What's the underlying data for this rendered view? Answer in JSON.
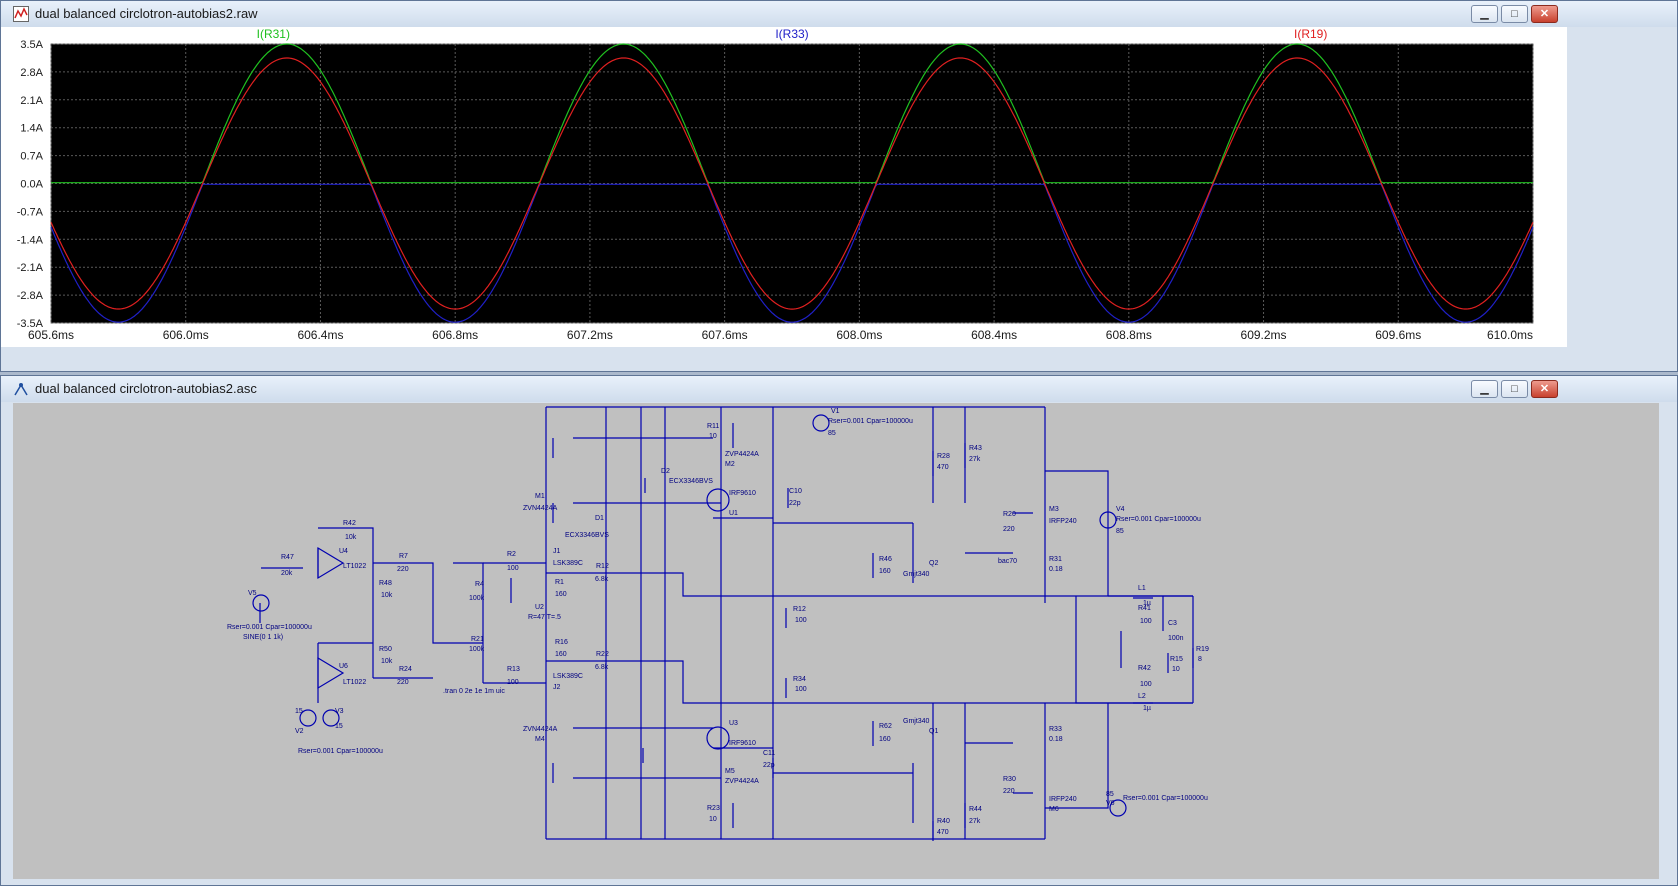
{
  "waveform_window": {
    "title": "dual balanced circlotron-autobias2.raw",
    "buttons": {
      "minimize": "▁",
      "maximize": "□",
      "close": "✕"
    }
  },
  "schematic_window": {
    "title": "dual balanced circlotron-autobias2.asc",
    "buttons": {
      "minimize": "▁",
      "maximize": "□",
      "close": "✕"
    },
    "component_labels": {
      "v1": "V1",
      "v1_params": "Rser=0.001 Cpar=100000u",
      "v1_value": "85",
      "v4": "V4",
      "v4_params": "Rser=0.001 Cpar=100000u",
      "v4_value": "85",
      "v6": "V6",
      "v6_params": "Rser=0.001 Cpar=100000u",
      "v6_value": "85",
      "v2": "V2",
      "v2_value": "15",
      "v2_params": "Rser=0.001 Cpar=100000u",
      "v3": "V3",
      "v3_value": "15",
      "v3_params": "Rser=0.001 Cpar=100000u",
      "vsrc_sine": "SINE(0 1 1k)",
      "vsrc_params": "Rser=0.001 Cpar=100000u",
      "vsrc": "V5",
      "u4": "U4",
      "u4_model": "LT1022",
      "u6": "U6",
      "u6_model": "LT1022",
      "r42": "R42",
      "r42v": "10k",
      "r47": "R47",
      "r47v": "20k",
      "r7": "R7",
      "r7v": "220",
      "r48": "R48",
      "r48v": "10k",
      "r50": "R50",
      "r50v": "10k",
      "r24": "R24",
      "r24v": "220",
      "r21": "R21",
      "r21v": "100k",
      "r4": "R4",
      "r4v": "100k",
      "r2": "R2",
      "r2v": "100",
      "r13": "R13",
      "r13v": "100",
      "tran": ".tran 0 2e 1e 1m uic",
      "j1": "J1",
      "j1m": "LSK389C",
      "j2": "J2",
      "j2m": "LSK389C",
      "r1": "R1",
      "r1v": "160",
      "r16": "R16",
      "r16v": "160",
      "u2": "U2",
      "u2p": "R=47  T=.5",
      "r12a": "R12",
      "r12av": "6.8k",
      "r22": "R22",
      "r22v": "6.8k",
      "m1": "M1",
      "m1m": "ZVN4424A",
      "m4": "M4",
      "m4m": "ZVN4424A",
      "m2": "M2",
      "m2m": "ZVP4424A",
      "m5": "M5",
      "m5m": "ZVP4424A",
      "u1": "U1",
      "u1m": "IRF9610",
      "u3": "U3",
      "u3m": "IRF9610",
      "r11": "R11",
      "r11v": "10",
      "r23": "R23",
      "r23v": "10",
      "c10": "C10",
      "c10v": "22p",
      "c11": "C11",
      "c11v": "22p",
      "r12": "R12",
      "r12v": "100",
      "r34": "R34",
      "r34v": "100",
      "r46": "R46",
      "r46v": "160",
      "r62": "R62",
      "r62v": "160",
      "r28": "R28",
      "r28v": "470",
      "r40": "R40",
      "r40v": "470",
      "r43": "R43",
      "r43v": "27k",
      "r44": "R44",
      "r44v": "27k",
      "q2": "Q2",
      "q2m": "Gmjt340",
      "q1": "Q1",
      "q1m": "Gmjt340",
      "m3": "M3",
      "m3m": "IRFP240",
      "m6": "M6",
      "m6m": "IRFP240",
      "r20": "R20",
      "r20v": "220",
      "r30": "R30",
      "r30v": "220",
      "r31": "R31",
      "r31v": "0.18",
      "r33": "R33",
      "r33v": "0.18",
      "l1": "L1",
      "l1v": "1µ",
      "l2": "L2",
      "l2v": "1µ",
      "r41": "R41",
      "r41v": "100",
      "r42b": "R42",
      "r42bv": "100",
      "c3": "C3",
      "c3v": "100n",
      "r15": "R15",
      "r15v": "10",
      "r19": "R19",
      "r19v": "8",
      "d1": "D1",
      "d1m": "ECX3346BVS",
      "d2": "D2",
      "d2m": "ECX3346BVS",
      "bac": "bac70"
    }
  },
  "chart_data": {
    "type": "line",
    "title": "",
    "x_unit": "ms",
    "xlim": [
      605.6,
      610.0
    ],
    "ylim": [
      -3.5,
      3.5
    ],
    "grid": true,
    "x_ticks": [
      "605.6ms",
      "606.0ms",
      "606.4ms",
      "606.8ms",
      "607.2ms",
      "607.6ms",
      "608.0ms",
      "608.4ms",
      "608.8ms",
      "609.2ms",
      "609.6ms",
      "610.0ms"
    ],
    "y_ticks": [
      "3.5A",
      "2.8A",
      "2.1A",
      "1.4A",
      "0.7A",
      "0.0A",
      "-0.7A",
      "-1.4A",
      "-2.1A",
      "-2.8A",
      "-3.5A"
    ],
    "period_ms": 1.0,
    "series": [
      {
        "name": "I(R31)",
        "color": "#20c020",
        "kind": "rectified_positive",
        "peak": 3.36,
        "offset": 0.02
      },
      {
        "name": "I(R33)",
        "color": "#2020c8",
        "kind": "rectified_negative",
        "peak": -3.36,
        "offset": -0.02
      },
      {
        "name": "I(R19)",
        "color": "#e02020",
        "kind": "sine",
        "amplitude": 3.15,
        "peak_at_ms": 606.3
      }
    ]
  }
}
